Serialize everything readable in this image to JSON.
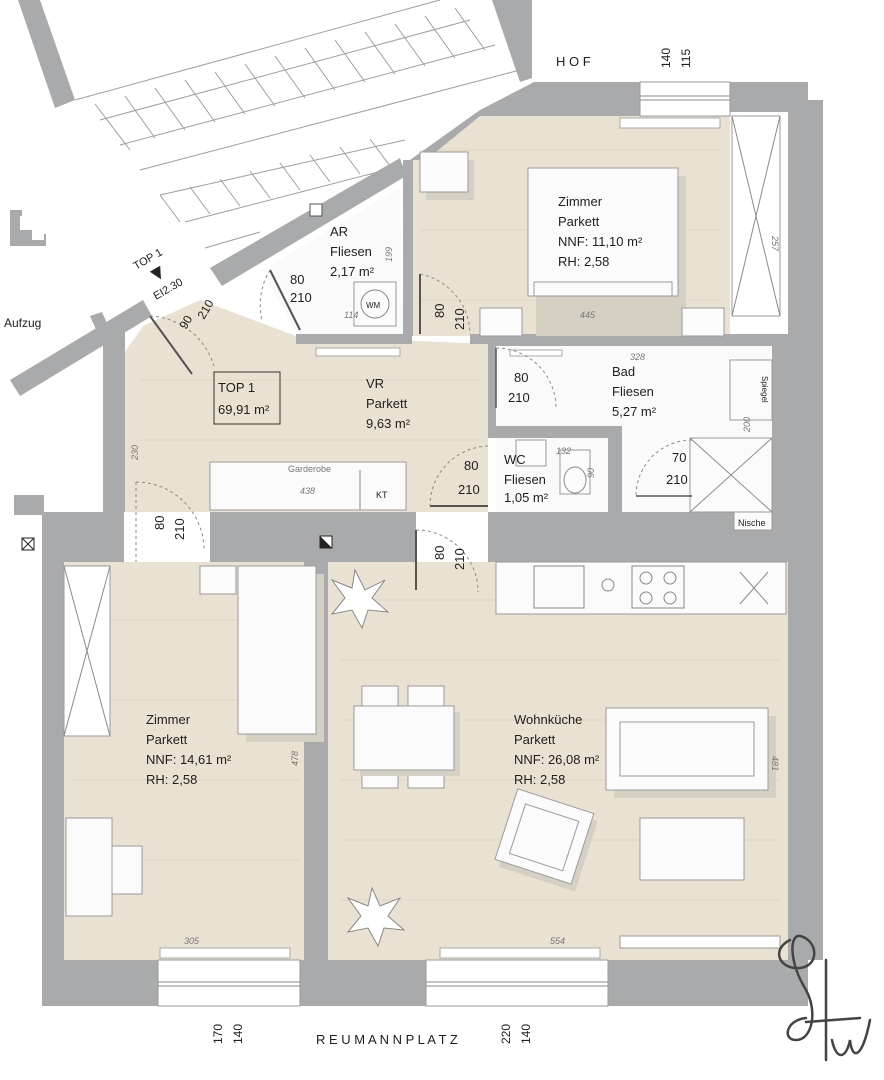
{
  "compass": {
    "hof": "H O F",
    "street": "R E U M A N N P L A T Z"
  },
  "unit": {
    "name": "TOP 1",
    "area": "69,91 m²",
    "entry_label": "TOP 1",
    "entry_level": "EI2.30",
    "lift": "Aufzug"
  },
  "rooms": {
    "ar": {
      "name": "AR",
      "floor": "Fliesen",
      "area": "2,17 m²",
      "door_w": "80",
      "door_h": "210"
    },
    "zimmer_top": {
      "name": "Zimmer",
      "floor": "Parkett",
      "nnf": "NNF: 11,10 m²",
      "rh": "RH: 2,58"
    },
    "vr": {
      "name": "VR",
      "floor": "Parkett",
      "area": "9,63 m²"
    },
    "bad": {
      "name": "Bad",
      "floor": "Fliesen",
      "area": "5,27 m²"
    },
    "wc": {
      "name": "WC",
      "floor": "Fliesen",
      "area": "1,05 m²"
    },
    "zimmer_left": {
      "name": "Zimmer",
      "floor": "Parkett",
      "nnf": "NNF: 14,61 m²",
      "rh": "RH: 2,58"
    },
    "wohnkueche": {
      "name": "Wohnküche",
      "floor": "Parkett",
      "nnf": "NNF: 26,08 m²",
      "rh": "RH: 2,58"
    }
  },
  "doors": {
    "entry": {
      "w": "90",
      "h": "210"
    },
    "zimmer_top": {
      "w": "80",
      "h": "210"
    },
    "bad": {
      "w": "80",
      "h": "210"
    },
    "wc": {
      "w": "80",
      "h": "210"
    },
    "bad_inner": {
      "w": "70",
      "h": "210"
    },
    "zimmer_left": {
      "w": "80",
      "h": "210"
    },
    "wohnkueche": {
      "w": "80",
      "h": "210"
    }
  },
  "windows": {
    "hof_a": "140",
    "hof_b": "115",
    "street_left_a": "170",
    "street_left_b": "140",
    "street_right_a": "220",
    "street_right_b": "140"
  },
  "dimensions": {
    "ar_height": "199",
    "ar_width": "114",
    "zimmer_top_width": "445",
    "zimmer_top_depth": "257",
    "vr_depth": "230",
    "garderobe_len": "438",
    "bad_width": "328",
    "bad_depth": "200",
    "wc_width": "132",
    "wc_depth": "90",
    "zimmer_left_depth": "478",
    "zimmer_left_width": "305",
    "wohn_width": "554",
    "wohn_depth": "481"
  },
  "fixtures": {
    "garderobe": "Garderobe",
    "kt": "KT",
    "wm": "WM",
    "spiegel": "Spiegel",
    "nische": "Nische"
  },
  "colors": {
    "wall": "#a9aaab",
    "floor_parkett": "#e9e2d2",
    "floor_tiles": "#fafafa"
  }
}
